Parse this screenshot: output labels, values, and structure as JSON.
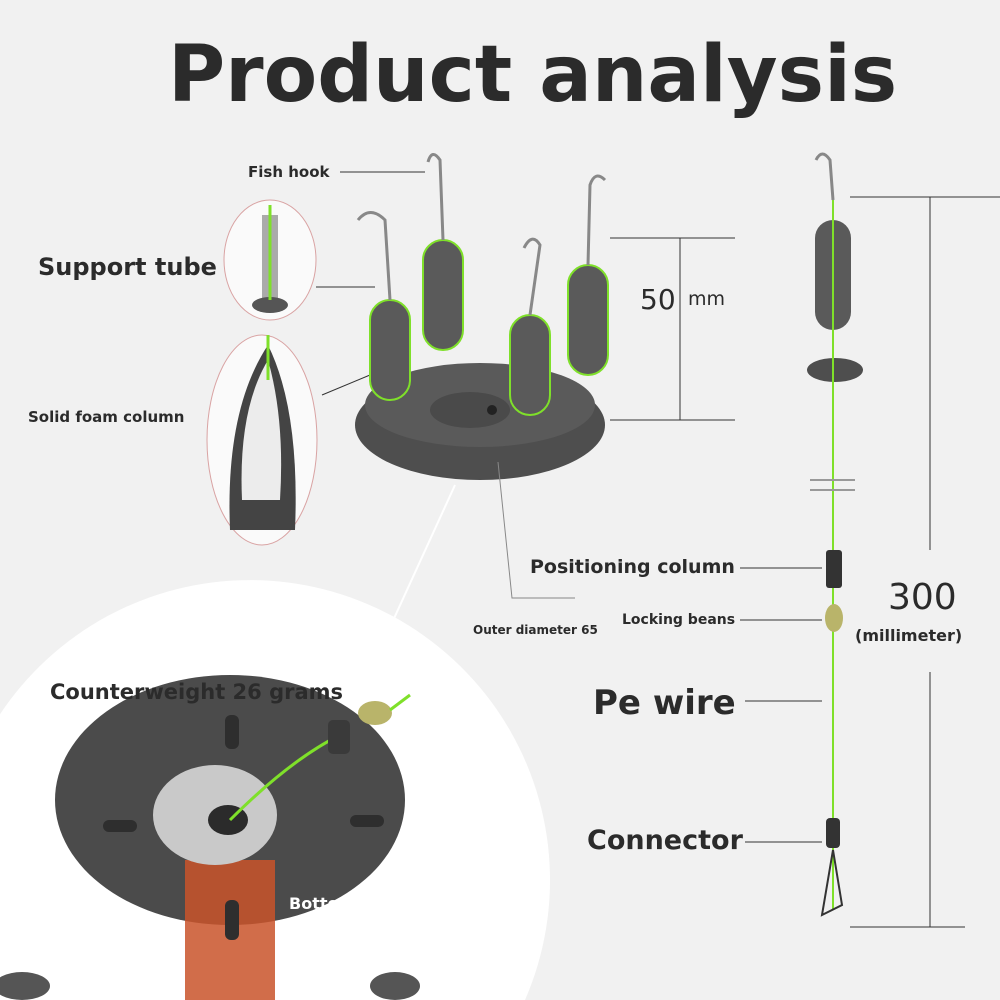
{
  "title": "Product analysis",
  "labels": {
    "fish_hook": "Fish hook",
    "support_tube": "Support tube",
    "solid_foam_column": "Solid foam column",
    "height_value": "50",
    "height_unit": "mm",
    "positioning_column": "Positioning column",
    "outer_diameter": "Outer diameter 65",
    "locking_beans": "Locking beans",
    "length_value": "300",
    "length_unit": "(millimeter)",
    "pe_wire": "Pe wire",
    "connector": "Connector",
    "counterweight": "Counterweight 26 grams",
    "bottom": "Bottom"
  },
  "colors": {
    "background": "#f1f1f1",
    "product": "#4a4a4a",
    "line": "#7fe02a",
    "bead": "#b9b46a"
  }
}
